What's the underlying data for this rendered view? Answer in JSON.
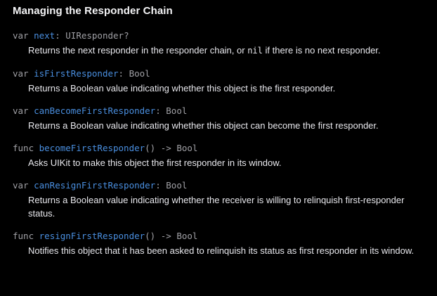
{
  "section": {
    "title": "Managing the Responder Chain"
  },
  "theme": {
    "background": "#000000",
    "heading_color": "#f5f5f7",
    "body_color": "#e8e8ed",
    "keyword_color": "#a1a1a6",
    "symbol_color": "#4a8fe0",
    "type_color": "#a1a1a6"
  },
  "symbols": [
    {
      "keyword": "var",
      "name": "next",
      "separator": ": ",
      "type": "UIResponder?",
      "description_parts": [
        {
          "kind": "text",
          "value": "Returns the next responder in the responder chain, or "
        },
        {
          "kind": "code",
          "value": "nil"
        },
        {
          "kind": "text",
          "value": " if there is no next responder."
        }
      ],
      "description": "Returns the next responder in the responder chain, or nil if there is no next responder."
    },
    {
      "keyword": "var",
      "name": "isFirstResponder",
      "separator": ": ",
      "type": "Bool",
      "description_parts": [
        {
          "kind": "text",
          "value": "Returns a Boolean value indicating whether this object is the first responder."
        }
      ],
      "description": "Returns a Boolean value indicating whether this object is the first responder."
    },
    {
      "keyword": "var",
      "name": "canBecomeFirstResponder",
      "separator": ": ",
      "type": "Bool",
      "description_parts": [
        {
          "kind": "text",
          "value": "Returns a Boolean value indicating whether this object can become the first responder."
        }
      ],
      "description": "Returns a Boolean value indicating whether this object can become the first responder."
    },
    {
      "keyword": "func",
      "name": "becomeFirstResponder",
      "separator": "() -> ",
      "type": "Bool",
      "description_parts": [
        {
          "kind": "text",
          "value": "Asks UIKit to make this object the first responder in its window."
        }
      ],
      "description": "Asks UIKit to make this object the first responder in its window."
    },
    {
      "keyword": "var",
      "name": "canResignFirstResponder",
      "separator": ": ",
      "type": "Bool",
      "description_parts": [
        {
          "kind": "text",
          "value": "Returns a Boolean value indicating whether the receiver is willing to relinquish first-responder status."
        }
      ],
      "description": "Returns a Boolean value indicating whether the receiver is willing to relinquish first-responder status."
    },
    {
      "keyword": "func",
      "name": "resignFirstResponder",
      "separator": "() -> ",
      "type": "Bool",
      "description_parts": [
        {
          "kind": "text",
          "value": "Notifies this object that it has been asked to relinquish its status as first responder in its window."
        }
      ],
      "description": "Notifies this object that it has been asked to relinquish its status as first responder in its window."
    }
  ]
}
